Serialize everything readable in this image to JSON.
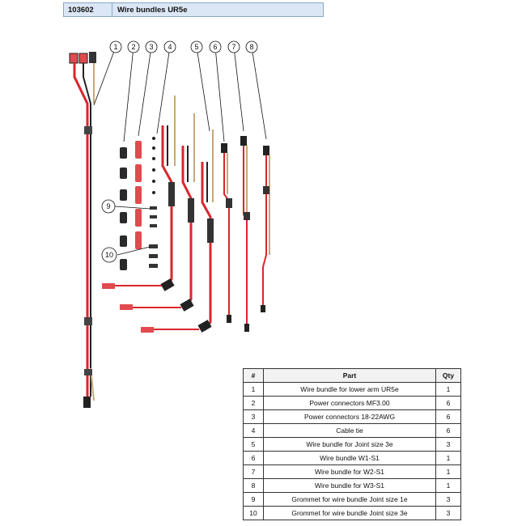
{
  "header": {
    "code": "103602",
    "title": "Wire bundles UR5e"
  },
  "callouts": [
    "1",
    "2",
    "3",
    "4",
    "5",
    "6",
    "7",
    "8",
    "9",
    "10"
  ],
  "table": {
    "headers": {
      "num": "#",
      "part": "Part",
      "qty": "Qty"
    },
    "rows": [
      {
        "num": "1",
        "part": "Wire bundle for lower arm UR5e",
        "qty": "1"
      },
      {
        "num": "2",
        "part": "Power connectors MF3.00",
        "qty": "6"
      },
      {
        "num": "3",
        "part": "Power connectors 18-22AWG",
        "qty": "6"
      },
      {
        "num": "4",
        "part": "Cable tie",
        "qty": "6"
      },
      {
        "num": "5",
        "part": "Wire bundle for Joint size 3e",
        "qty": "3"
      },
      {
        "num": "6",
        "part": "Wire bundle W1-S1",
        "qty": "1"
      },
      {
        "num": "7",
        "part": "Wire bundle for W2-S1",
        "qty": "1"
      },
      {
        "num": "8",
        "part": "Wire bundle for W3-S1",
        "qty": "1"
      },
      {
        "num": "9",
        "part": "Grommet for wire bundle Joint size 1e",
        "qty": "3"
      },
      {
        "num": "10",
        "part": "Grommet for wire bundle Joint size 3e",
        "qty": "3"
      }
    ]
  },
  "colors": {
    "red": "#d8262c",
    "black": "#222222",
    "tan": "#c9a77a",
    "connector": "#e14a4f"
  }
}
